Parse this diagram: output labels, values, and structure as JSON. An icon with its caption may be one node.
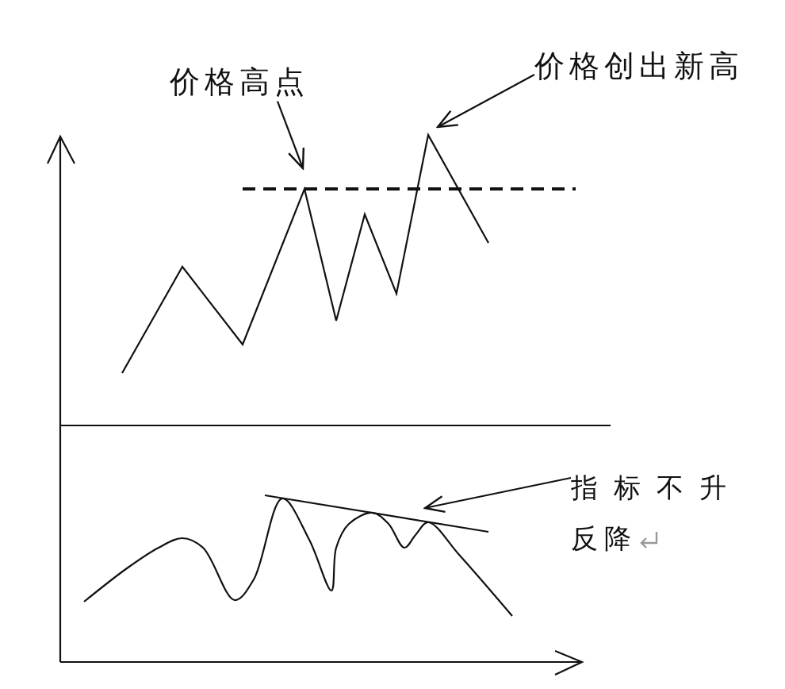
{
  "diagram": {
    "nodes": [
      {
        "text": [
          "价格高点"
        ]
      },
      {
        "text": [
          "价格创出新高"
        ]
      },
      {
        "text": [
          "指标不升反降"
        ]
      }
    ],
    "edges": [
      {
        "from": 0,
        "to": null,
        "arrow": "to"
      },
      {
        "from": 1,
        "to": null,
        "arrow": "to"
      },
      {
        "from": 2,
        "to": null,
        "arrow": "to"
      }
    ]
  }
}
